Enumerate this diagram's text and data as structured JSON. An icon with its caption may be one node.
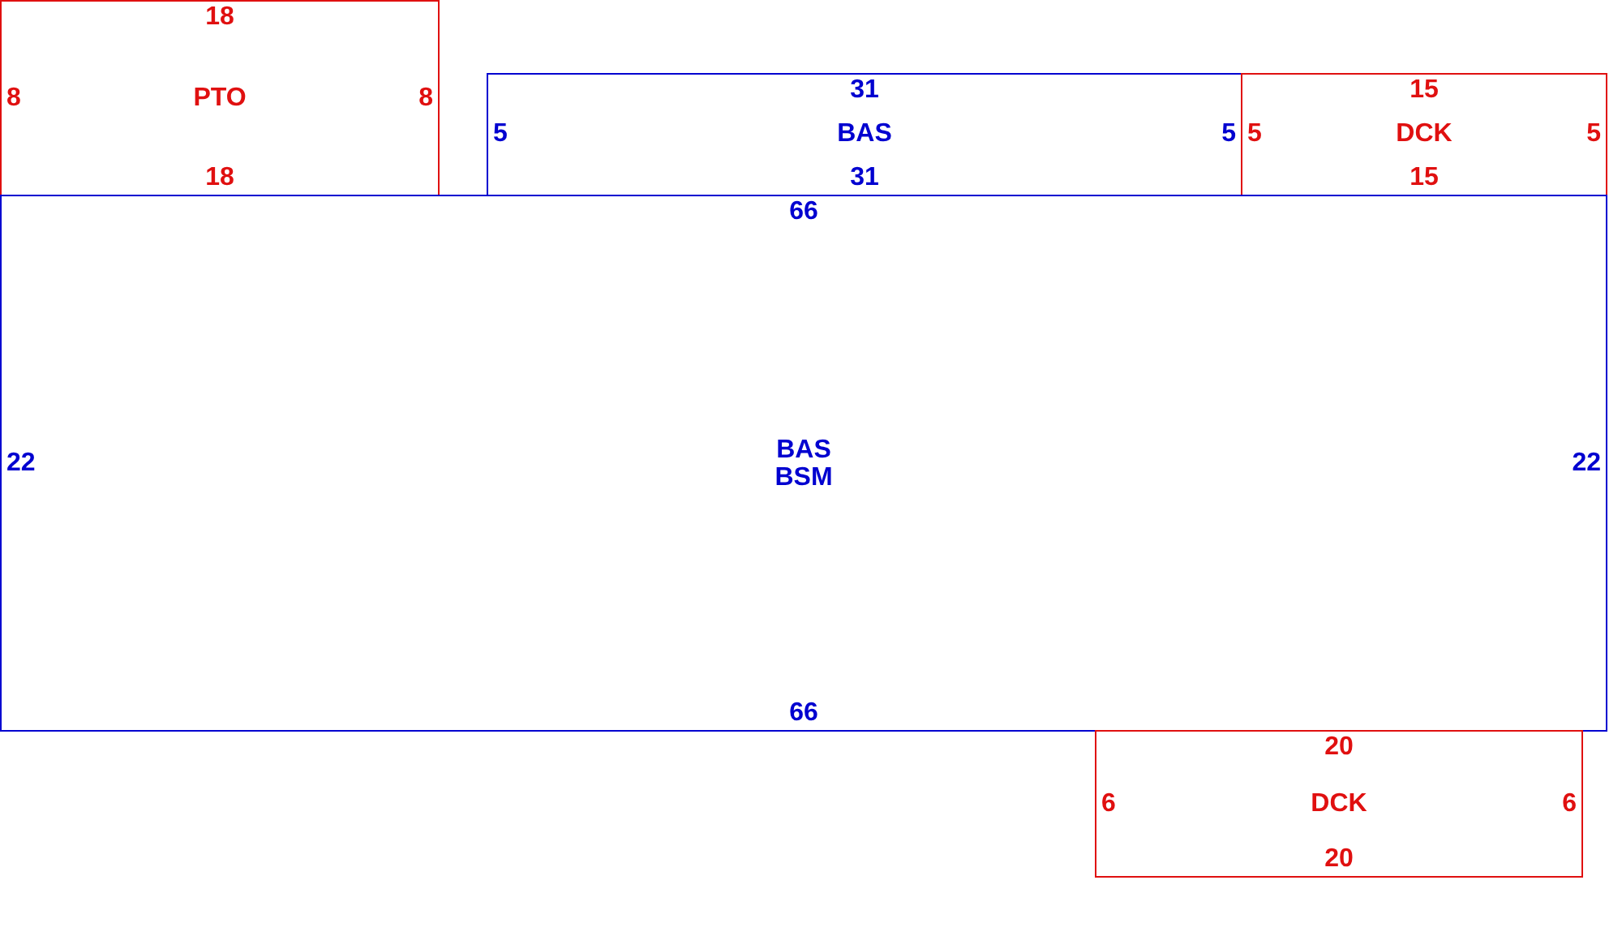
{
  "diagram": {
    "nodes": [
      {
        "text": [
          "18",
          "8",
          "PTO",
          "8",
          "18"
        ]
      },
      {
        "text": [
          "31",
          "5",
          "BAS",
          "5",
          "31"
        ]
      },
      {
        "text": [
          "15",
          "5",
          "DCK",
          "5",
          "15"
        ]
      },
      {
        "text": [
          "66",
          "22",
          "BAS BSM",
          "22",
          "66"
        ]
      },
      {
        "text": [
          "20",
          "6",
          "DCK",
          "6",
          "20"
        ]
      }
    ]
  }
}
